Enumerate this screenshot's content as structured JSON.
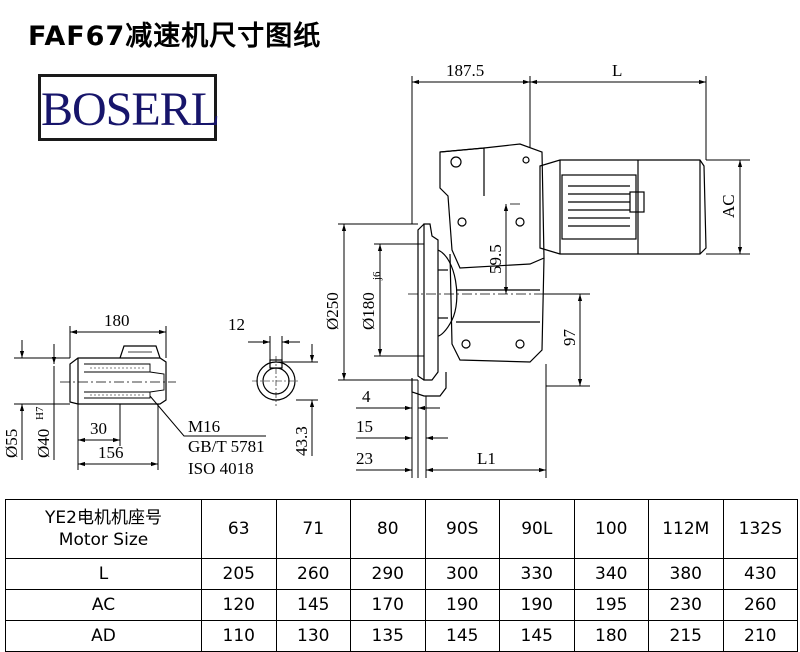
{
  "title": "FAF67减速机尺寸图纸",
  "logo": {
    "text": "BOSERL"
  },
  "drawing": {
    "dim_top_1": "187.5",
    "dim_top_2": "L",
    "dim_ac": "AC",
    "dim_59_5": "59.5",
    "dim_97": "97",
    "dim_d250": "Ø250",
    "dim_d180": "Ø180",
    "dim_d180_tol": "j6",
    "dim_4": "4",
    "dim_15": "15",
    "dim_23": "23",
    "dim_l1": "L1",
    "shaft_180": "180",
    "shaft_30": "30",
    "shaft_156": "156",
    "shaft_d55": "Ø55",
    "shaft_d40": "Ø40",
    "shaft_d40_tol": "H7",
    "thread_m16": "M16",
    "thread_gb": "GB/T 5781",
    "thread_iso": "ISO 4018",
    "end_12": "12",
    "end_43_3": "43.3"
  },
  "table": {
    "header_label_1": "YE2电机机座号",
    "header_label_2": "Motor Size",
    "motor_sizes": [
      "63",
      "71",
      "80",
      "90S",
      "90L",
      "100",
      "112M",
      "132S"
    ],
    "rows": [
      {
        "label": "L",
        "values": [
          "205",
          "260",
          "290",
          "300",
          "330",
          "340",
          "380",
          "430"
        ]
      },
      {
        "label": "AC",
        "values": [
          "120",
          "145",
          "170",
          "190",
          "190",
          "195",
          "230",
          "260"
        ]
      },
      {
        "label": "AD",
        "values": [
          "110",
          "130",
          "135",
          "145",
          "145",
          "180",
          "215",
          "210"
        ]
      }
    ]
  }
}
